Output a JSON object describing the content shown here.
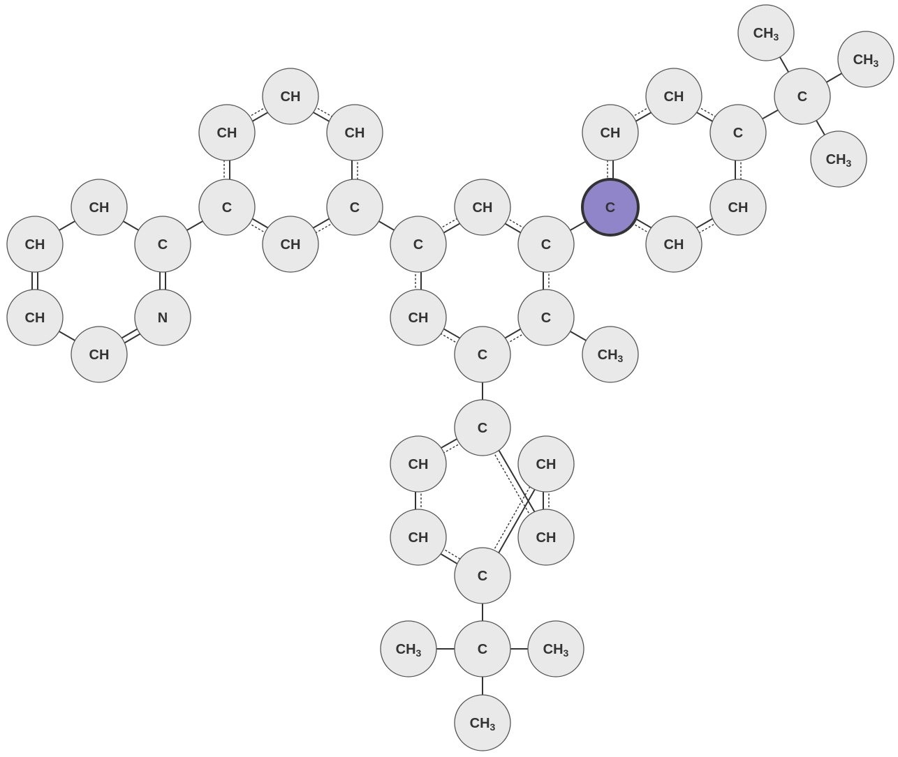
{
  "molecule": {
    "atoms": [
      {
        "id": 0,
        "label": "CH",
        "sub": ""
      },
      {
        "id": 1,
        "label": "CH",
        "sub": ""
      },
      {
        "id": 2,
        "label": "CH",
        "sub": ""
      },
      {
        "id": 3,
        "label": "CH",
        "sub": ""
      },
      {
        "id": 4,
        "label": "N",
        "sub": ""
      },
      {
        "id": 5,
        "label": "C",
        "sub": ""
      },
      {
        "id": 6,
        "label": "C",
        "sub": ""
      },
      {
        "id": 7,
        "label": "CH",
        "sub": ""
      },
      {
        "id": 8,
        "label": "CH",
        "sub": ""
      },
      {
        "id": 9,
        "label": "CH",
        "sub": ""
      },
      {
        "id": 10,
        "label": "C",
        "sub": ""
      },
      {
        "id": 11,
        "label": "CH",
        "sub": ""
      },
      {
        "id": 12,
        "label": "C",
        "sub": ""
      },
      {
        "id": 13,
        "label": "CH",
        "sub": ""
      },
      {
        "id": 14,
        "label": "C",
        "sub": ""
      },
      {
        "id": 15,
        "label": "C",
        "sub": ""
      },
      {
        "id": 16,
        "label": "C",
        "sub": ""
      },
      {
        "id": 17,
        "label": "CH",
        "sub": ""
      },
      {
        "id": 18,
        "label": "CH",
        "sub": "3"
      },
      {
        "id": 19,
        "label": "C",
        "sub": "",
        "selected": true
      },
      {
        "id": 20,
        "label": "CH",
        "sub": ""
      },
      {
        "id": 21,
        "label": "CH",
        "sub": ""
      },
      {
        "id": 22,
        "label": "C",
        "sub": ""
      },
      {
        "id": 23,
        "label": "CH",
        "sub": ""
      },
      {
        "id": 24,
        "label": "CH",
        "sub": ""
      },
      {
        "id": 25,
        "label": "C",
        "sub": ""
      },
      {
        "id": 26,
        "label": "CH",
        "sub": "3"
      },
      {
        "id": 27,
        "label": "CH",
        "sub": "3"
      },
      {
        "id": 28,
        "label": "CH",
        "sub": "3"
      },
      {
        "id": 29,
        "label": "C",
        "sub": ""
      },
      {
        "id": 30,
        "label": "CH",
        "sub": ""
      },
      {
        "id": 31,
        "label": "CH",
        "sub": ""
      },
      {
        "id": 32,
        "label": "CH",
        "sub": ""
      },
      {
        "id": 33,
        "label": "CH",
        "sub": ""
      },
      {
        "id": 34,
        "label": "C",
        "sub": ""
      },
      {
        "id": 35,
        "label": "C",
        "sub": ""
      },
      {
        "id": 36,
        "label": "CH",
        "sub": "3"
      },
      {
        "id": 37,
        "label": "CH",
        "sub": "3"
      },
      {
        "id": 38,
        "label": "CH",
        "sub": "3"
      }
    ],
    "bonds": [
      {
        "a": 0,
        "b": 1,
        "order": 1
      },
      {
        "a": 0,
        "b": 5,
        "order": 1
      },
      {
        "a": 1,
        "b": 2,
        "order": 2
      },
      {
        "a": 2,
        "b": 3,
        "order": 1
      },
      {
        "a": 3,
        "b": 4,
        "order": 2
      },
      {
        "a": 4,
        "b": 5,
        "order": 2
      },
      {
        "a": 5,
        "b": 6,
        "order": 1
      },
      {
        "a": 6,
        "b": 7,
        "order": 1.5
      },
      {
        "a": 7,
        "b": 8,
        "order": 1.5
      },
      {
        "a": 8,
        "b": 9,
        "order": 1.5
      },
      {
        "a": 9,
        "b": 10,
        "order": 1.5
      },
      {
        "a": 10,
        "b": 11,
        "order": 1.5
      },
      {
        "a": 11,
        "b": 6,
        "order": 1.5
      },
      {
        "a": 10,
        "b": 12,
        "order": 1
      },
      {
        "a": 12,
        "b": 13,
        "order": 1.5
      },
      {
        "a": 13,
        "b": 14,
        "order": 1.5
      },
      {
        "a": 14,
        "b": 15,
        "order": 1.5
      },
      {
        "a": 15,
        "b": 16,
        "order": 1.5
      },
      {
        "a": 16,
        "b": 17,
        "order": 1.5
      },
      {
        "a": 17,
        "b": 12,
        "order": 1.5
      },
      {
        "a": 15,
        "b": 18,
        "order": 1
      },
      {
        "a": 14,
        "b": 19,
        "order": 1
      },
      {
        "a": 19,
        "b": 20,
        "order": 1.5
      },
      {
        "a": 20,
        "b": 21,
        "order": 1.5
      },
      {
        "a": 21,
        "b": 22,
        "order": 1.5
      },
      {
        "a": 22,
        "b": 23,
        "order": 1.5
      },
      {
        "a": 23,
        "b": 24,
        "order": 1.5
      },
      {
        "a": 24,
        "b": 19,
        "order": 1.5
      },
      {
        "a": 22,
        "b": 25,
        "order": 1
      },
      {
        "a": 25,
        "b": 26,
        "order": 1
      },
      {
        "a": 25,
        "b": 27,
        "order": 1
      },
      {
        "a": 25,
        "b": 28,
        "order": 1
      },
      {
        "a": 16,
        "b": 29,
        "order": 1
      },
      {
        "a": 29,
        "b": 30,
        "order": 1.5
      },
      {
        "a": 30,
        "b": 31,
        "order": 1.5
      },
      {
        "a": 31,
        "b": 34,
        "order": 1.5
      },
      {
        "a": 34,
        "b": 32,
        "order": 1.5
      },
      {
        "a": 32,
        "b": 33,
        "order": 1.5
      },
      {
        "a": 33,
        "b": 29,
        "order": 1.5
      },
      {
        "a": 34,
        "b": 35,
        "order": 1
      },
      {
        "a": 35,
        "b": 36,
        "order": 1
      },
      {
        "a": 35,
        "b": 37,
        "order": 1
      },
      {
        "a": 35,
        "b": 38,
        "order": 1
      }
    ],
    "colors": {
      "atom_fill": "#e9e9e9",
      "atom_stroke": "#555555",
      "selected_fill": "#9085c9",
      "selected_stroke": "#333333",
      "bond": "#333333",
      "text": "#333333"
    }
  }
}
